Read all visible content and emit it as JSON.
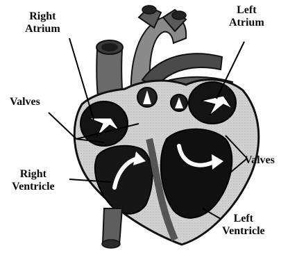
{
  "labels": {
    "right_atrium": {
      "line1": "Right",
      "line2": "Atrium"
    },
    "left_atrium": {
      "line1": "Left",
      "line2": "Atrium"
    },
    "valves_left_side": "Valves",
    "valves_right_side": "Valves",
    "right_ventricle": {
      "line1": "Right",
      "line2": "Ventricle"
    },
    "left_ventricle": {
      "line1": "Left",
      "line2": "Ventricle"
    }
  }
}
